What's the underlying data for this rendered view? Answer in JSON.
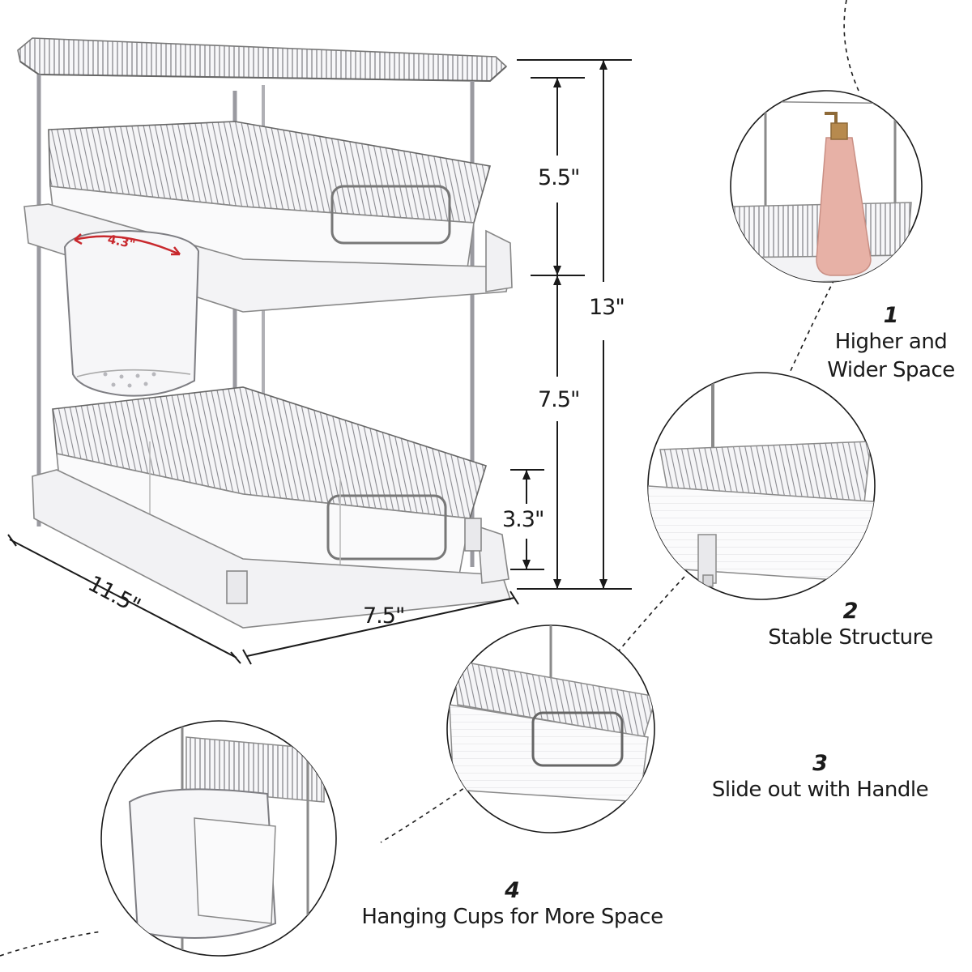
{
  "dimensions": {
    "top_tier": "5.5\"",
    "total_height": "13\"",
    "middle_tier": "7.5\"",
    "basket_height": "3.3\"",
    "depth": "11.5\"",
    "width": "7.5\"",
    "cup_width": "4.3\""
  },
  "features": [
    {
      "number": "1",
      "line1": "Higher and",
      "line2": "Wider Space"
    },
    {
      "number": "2",
      "line1": "Stable Structure"
    },
    {
      "number": "3",
      "line1": "Slide out with Handle"
    },
    {
      "number": "4",
      "line1": "Hanging Cups for More Space"
    }
  ],
  "colors": {
    "line": "#1a1a1a",
    "product_stroke": "#8a8a8a",
    "accent_red": "#c8282d",
    "soap_bottle": "#e7b1a6",
    "soap_pump": "#b78a4e"
  }
}
